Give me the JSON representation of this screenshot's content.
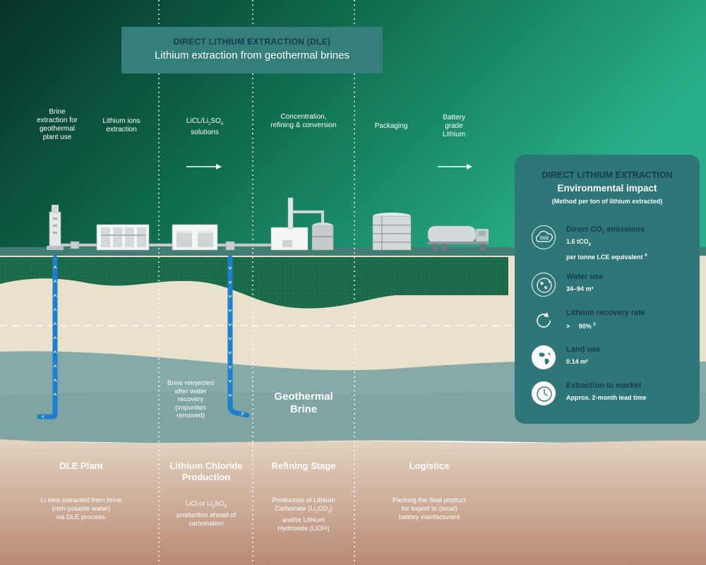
{
  "header": {
    "title": "DIRECT LITHIUM EXTRACTION (DLE)",
    "subtitle": "Lithium extraction from geothermal brines"
  },
  "process_labels": {
    "brine_extraction": "Brine\nextraction for\ngeothermal\nplant use",
    "lithium_ions": "Lithium ions\nextraction",
    "licl_a": "LiCL/Li",
    "licl_sub": "2",
    "licl_b": "SO",
    "licl_sub2": "4",
    "licl_c": "solutions",
    "concentration": "Concentration,\nrefining & conversion",
    "packaging": "Packaging",
    "battery": "Battery\ngrade\nLithium"
  },
  "annotations": {
    "reinjected": "Brine reinjected\nafter water\nrecovery\n(impurities\nremoved)",
    "geothermal": "Geothermal\nBrine"
  },
  "stages": [
    {
      "title": "DLE Plant",
      "desc": "Li ions extracted from brine\n(non-potable water)\nvia DLE process."
    },
    {
      "title": "Lithium Chloride\nProduction",
      "desc_a": "LiCl or Li",
      "desc_sub": "2",
      "desc_b": "SO",
      "desc_sub2": "4",
      "desc_c": "production ahead of\ncarbonation"
    },
    {
      "title": "Refining Stage",
      "desc_a": "Production of Lithium\nCarbonate (Li",
      "desc_sub": "2",
      "desc_b": "CO",
      "desc_sub2": "3",
      "desc_c": ")\nand/or Lithium\nHydroxide (LiOH)"
    },
    {
      "title": "Logistics",
      "desc": "Packing the final product\nfor export to (local)\nbattery manfacturers"
    }
  ],
  "impact_panel": {
    "title": "DIRECT LITHIUM EXTRACTION",
    "subtitle": "Environmental impact",
    "note": "(Method per ton of lithium extracted)",
    "co2_icon_text": "CO2",
    "items": [
      {
        "icon": "co2-cloud-icon",
        "head_a": "Direct CO",
        "head_sub": "2",
        "head_b": " emissions",
        "val1_a": "1.6 tCO",
        "val1_sub": "2",
        "val2": "per tonne LCE equivalent",
        "val2_sup": "4"
      },
      {
        "icon": "water-globe-icon",
        "head": "Water use",
        "val1": "34–94 m³"
      },
      {
        "icon": "recycle-arrow-icon",
        "head": "Lithium recovery rate",
        "val_gt": ">",
        "val1": "90%",
        "val_sup": "5"
      },
      {
        "icon": "earth-icon",
        "head": "Land use",
        "val1": "0.14 m²"
      },
      {
        "icon": "clock-icon",
        "head": "Extraction to market",
        "val1": "Approx. 2-month lead time"
      }
    ]
  },
  "colors": {
    "dark_green": "#08312a",
    "mid_green": "#11704f",
    "light_green": "#27ad86",
    "grass": "#1a6b4a",
    "sand": "#e9e1cb",
    "brine": "#85aaa8",
    "panel": "#2e7677",
    "pipe": "#1d7fd0",
    "title_navy": "#183a4d"
  }
}
